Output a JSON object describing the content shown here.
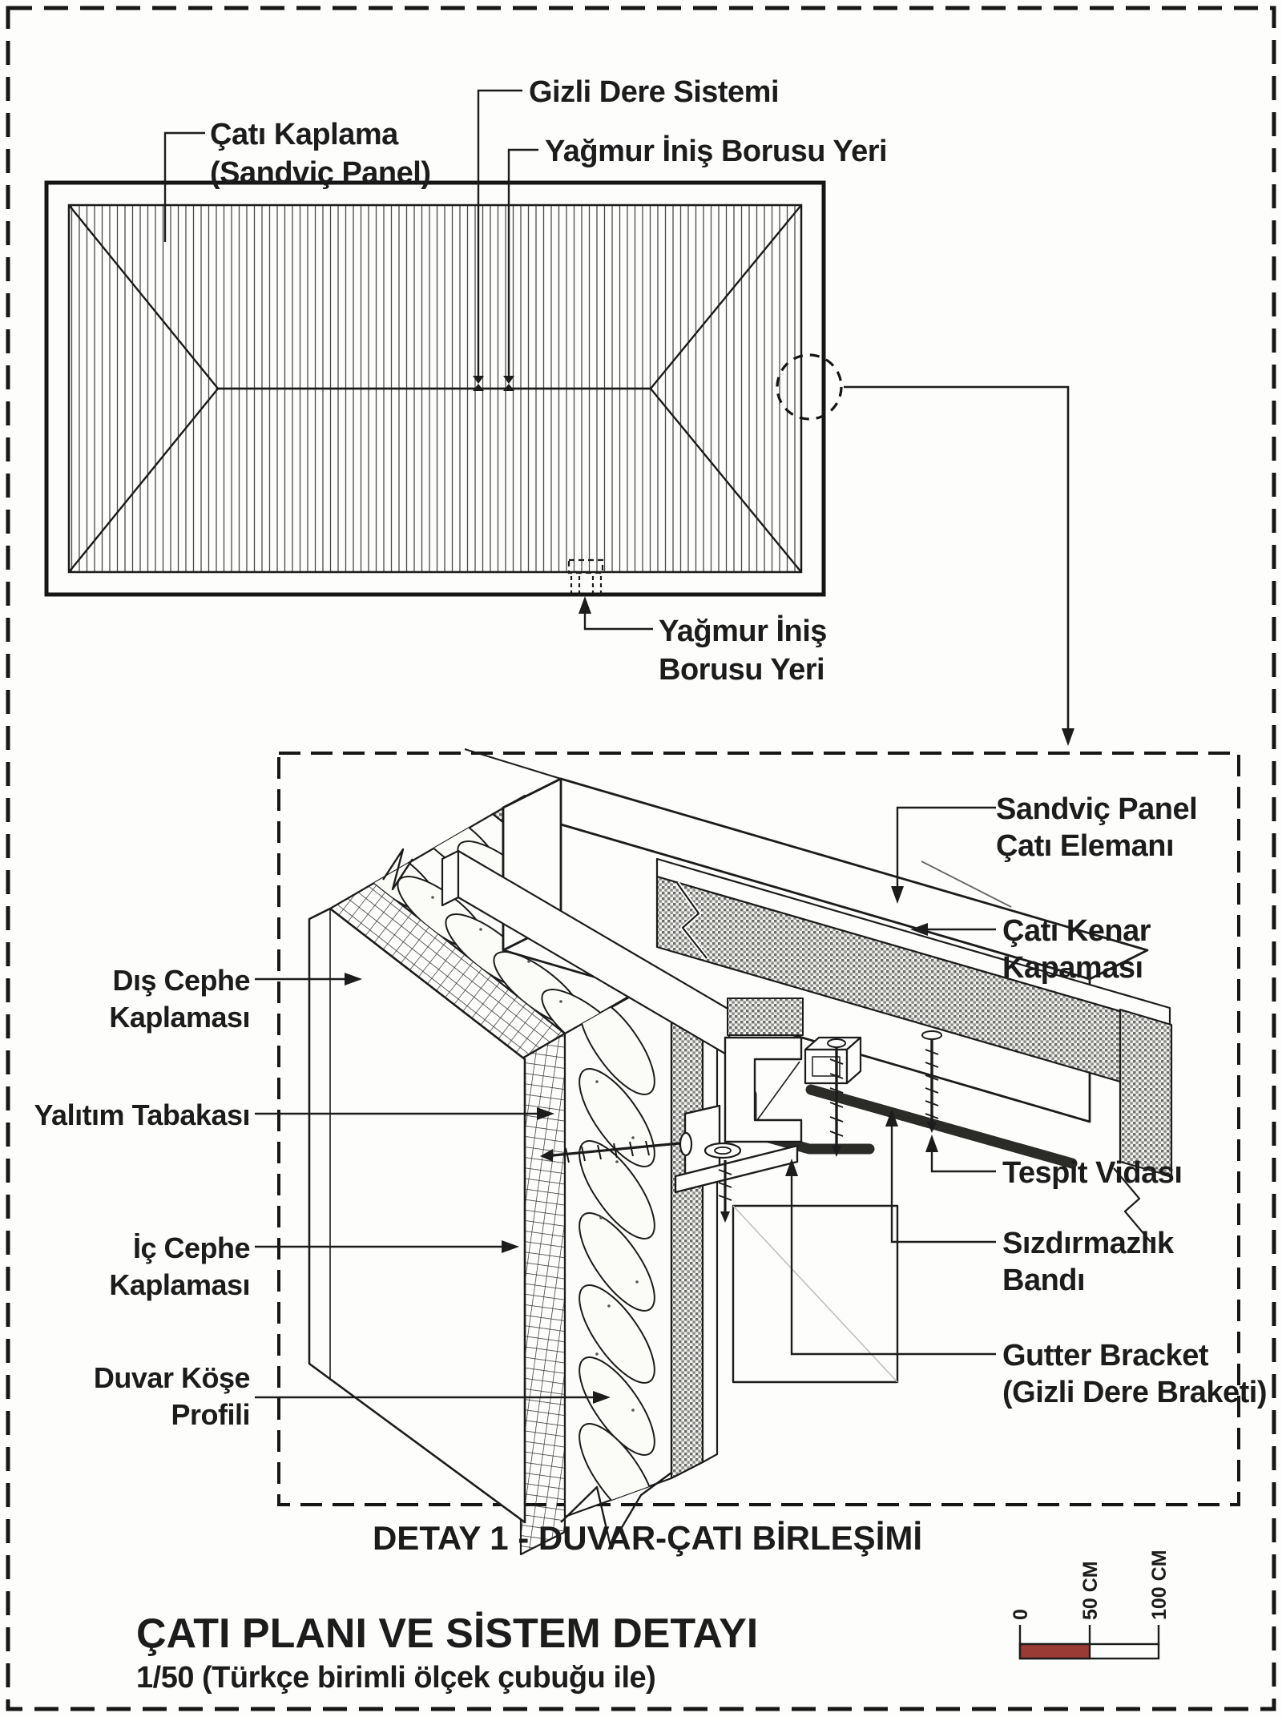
{
  "drawing": {
    "plan": {
      "label_roof_covering_l1": "Çatı Kaplama",
      "label_roof_covering_l2": "(Sandviç Panel)",
      "label_hidden_gutter": "Gizli Dere Sistemi",
      "label_downspout_top": "Yağmur İniş Borusu Yeri",
      "label_downspout_bottom_l1": "Yağmur İniş",
      "label_downspout_bottom_l2": "Borusu Yeri"
    },
    "detail": {
      "title": "DETAY 1 - DUVAR-ÇATI BİRLEŞİMİ",
      "label_exterior_cladding_l1": "Dış Cephe",
      "label_exterior_cladding_l2": "Kaplaması",
      "label_insulation": "Yalıtım Tabakası",
      "label_interior_cladding_l1": "İç Cephe",
      "label_interior_cladding_l2": "Kaplaması",
      "label_corner_profile_l1": "Duvar Köşe",
      "label_corner_profile_l2": "Profili",
      "label_sandwich_panel_l1": "Sandviç Panel",
      "label_sandwich_panel_l2": "Çatı Elemanı",
      "label_roof_edge_l1": "Çatı Kenar",
      "label_roof_edge_l2": "Kapaması",
      "label_fixing_screw": "Tespit Vidası",
      "label_sealing_tape_l1": "Sızdırmazlık",
      "label_sealing_tape_l2": "Bandı",
      "label_gutter_bracket_l1": "Gutter Bracket",
      "label_gutter_bracket_l2": "(Gizli Dere Braketi)"
    },
    "titleblock": {
      "title": "ÇATI PLANI VE SİSTEM DETAYI",
      "subtitle": "1/50 (Türkçe birimli ölçek çubuğu ile)"
    },
    "scalebar": {
      "t0": "0",
      "t50": "50 CM",
      "t100": "100 CM",
      "bar_color": "#9a3b35"
    }
  }
}
